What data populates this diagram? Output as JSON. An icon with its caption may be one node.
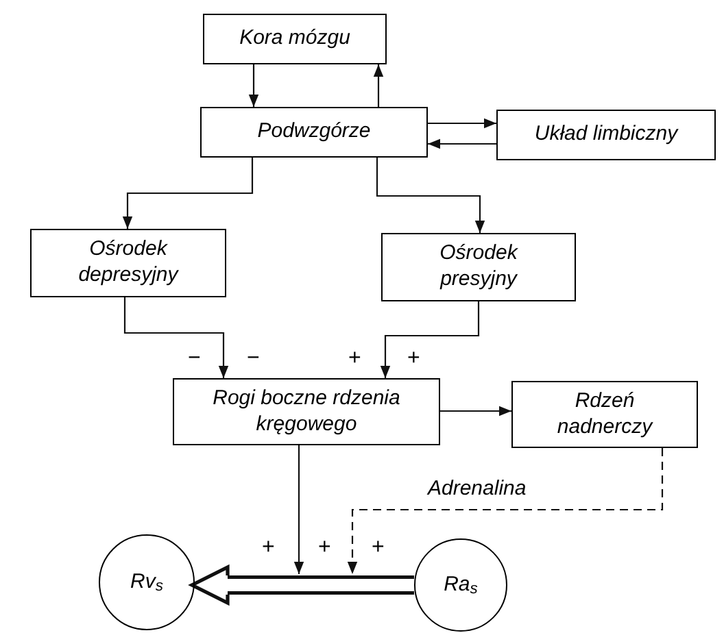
{
  "diagram": {
    "nodes": [
      {
        "text": [
          "Kora mózgu"
        ]
      },
      {
        "text": [
          "Podwzgórze"
        ]
      },
      {
        "text": [
          "Układ limbiczny"
        ]
      },
      {
        "text": [
          "Ośrodek depresyjny"
        ]
      },
      {
        "text": [
          "Ośrodek presyjny"
        ]
      },
      {
        "text": [
          "Rogi boczne rdzenia kręgowego"
        ]
      },
      {
        "text": [
          "Rdzeń nadnerczy"
        ]
      },
      {
        "text": [
          "Rv$_{s}$"
        ]
      },
      {
        "text": [
          "Ra$_{s}$"
        ]
      }
    ],
    "edges": [
      {
        "from": 0,
        "to": 1,
        "arrow": "to"
      },
      {
        "from": 1,
        "to": 0,
        "arrow": "to"
      },
      {
        "from": 1,
        "to": 2,
        "arrow": "to"
      },
      {
        "from": 2,
        "to": 1,
        "arrow": "to"
      },
      {
        "from": 1,
        "to": 3,
        "arrow": "to"
      },
      {
        "from": 1,
        "to": 4,
        "arrow": "to"
      },
      {
        "from": 3,
        "to": 5,
        "arrow": "to"
      },
      {
        "from": 4,
        "to": 5,
        "arrow": "to"
      },
      {
        "from": 5,
        "to": 6,
        "arrow": "to"
      },
      {
        "from": 5,
        "to": null,
        "arrow": "to"
      },
      {
        "from": 6,
        "to": null,
        "arrow": "to",
        "style": "dashed",
        "label": "Adrenalina"
      },
      {
        "from": 8,
        "to": 7,
        "arrow": "to",
        "style": "thick"
      }
    ],
    "labels": [
      "−",
      "−",
      "+",
      "+",
      "+",
      "+",
      "+"
    ]
  }
}
